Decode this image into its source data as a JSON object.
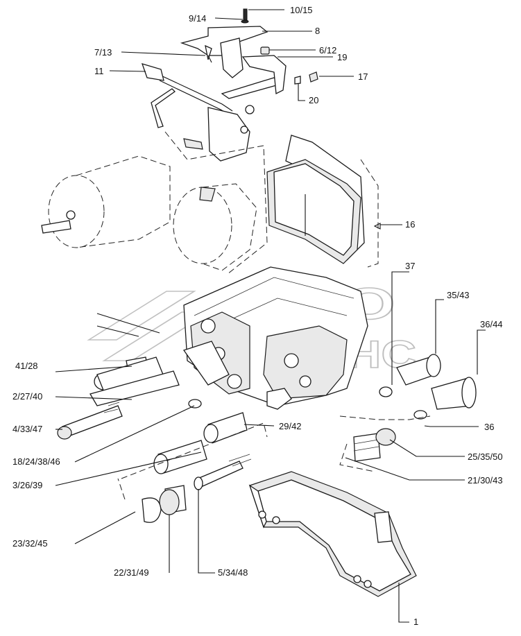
{
  "watermark": {
    "line1": "АВТО",
    "line2": "АЛЬЯНС"
  },
  "callouts": [
    {
      "id": "c-10-15",
      "text": "10/15"
    },
    {
      "id": "c-9-14",
      "text": "9/14"
    },
    {
      "id": "c-8",
      "text": "8"
    },
    {
      "id": "c-7-13",
      "text": "7/13"
    },
    {
      "id": "c-6-12",
      "text": "6/12"
    },
    {
      "id": "c-19",
      "text": "19"
    },
    {
      "id": "c-11",
      "text": "11"
    },
    {
      "id": "c-17",
      "text": "17"
    },
    {
      "id": "c-20",
      "text": "20"
    },
    {
      "id": "c-16",
      "text": "16"
    },
    {
      "id": "c-37",
      "text": "37"
    },
    {
      "id": "c-35-43",
      "text": "35/43"
    },
    {
      "id": "c-36-44",
      "text": "36/44"
    },
    {
      "id": "c-41-28",
      "text": "41/28"
    },
    {
      "id": "c-2-27-40",
      "text": "2/27/40"
    },
    {
      "id": "c-4-33-47",
      "text": "4/33/47"
    },
    {
      "id": "c-29-42",
      "text": "29/42"
    },
    {
      "id": "c-36",
      "text": "36"
    },
    {
      "id": "c-18-24-38-46",
      "text": "18/24/38/46"
    },
    {
      "id": "c-25-35-50",
      "text": "25/35/50"
    },
    {
      "id": "c-3-26-39",
      "text": "3/26/39"
    },
    {
      "id": "c-21-30-43",
      "text": "21/30/43"
    },
    {
      "id": "c-23-32-45",
      "text": "23/32/45"
    },
    {
      "id": "c-22-31-49",
      "text": "22/31/49"
    },
    {
      "id": "c-5-34-48",
      "text": "5/34/48"
    },
    {
      "id": "c-1",
      "text": "1"
    }
  ]
}
